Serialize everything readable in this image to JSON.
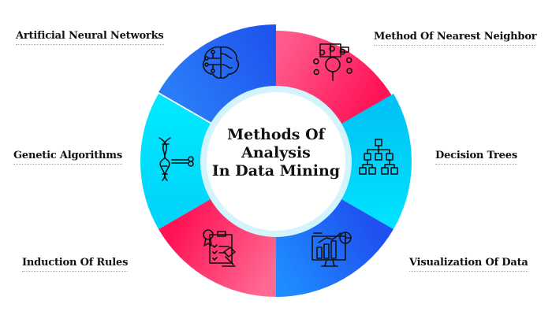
{
  "title": [
    "Methods Of",
    "Analysis",
    "In Data Mining"
  ],
  "methods": [
    {
      "label": "Method Of Nearest Neighbor",
      "icon": "nearest-neighbor-icon",
      "color_a": "#ff1256",
      "color_b": "#ff5a8c"
    },
    {
      "label": "Decision Trees",
      "icon": "decision-tree-icon",
      "color_a": "#00e0ff",
      "color_b": "#00c3f5"
    },
    {
      "label": "Visualization Of Data",
      "icon": "data-visualization-icon",
      "color_a": "#1f8cff",
      "color_b": "#1f4ff0"
    },
    {
      "label": "Induction Of Rules",
      "icon": "rules-clipboard-gavel-icon",
      "color_a": "#ff1256",
      "color_b": "#ff6a92"
    },
    {
      "label": "Genetic Algorithms",
      "icon": "dna-icon",
      "color_a": "#00e8ff",
      "color_b": "#00d4fa"
    },
    {
      "label": "Artificial Neural Networks",
      "icon": "brain-circuit-icon",
      "color_a": "#1f55ee",
      "color_b": "#2a7cf8"
    }
  ],
  "ring_color": "#d4f4fb"
}
